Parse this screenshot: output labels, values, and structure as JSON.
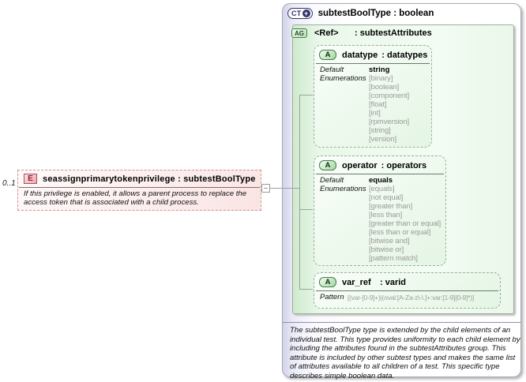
{
  "element": {
    "cardinality": "0..1",
    "badge": "E",
    "title": "seassignprimarytokenprivilege : subtestBoolType",
    "description": "If this privilege is enabled, it allows a parent process to replace the access token that is associated with a child process."
  },
  "complex_type": {
    "badge": "CT",
    "badge_plus": "+",
    "title": "subtestBoolType : boolean",
    "annotation": "The subtestBoolType type is extended by the child elements of an individual test.  This type provides uniformity to each child element by including the attributes found in the subtestAttributes group.  This attribute is included by other subtest types and makes the same list of attributes available to all children of a test.  This specific type describes simple boolean data."
  },
  "attribute_group": {
    "badge": "AG",
    "name": "<Ref>",
    "type": ": subtestAttributes"
  },
  "attributes": {
    "datatype": {
      "badge": "A",
      "name": "datatype",
      "type": ": datatypes",
      "default_label": "Default",
      "default_value": "string",
      "enum_label": "Enumerations",
      "enums": [
        "[binary]",
        "[boolean]",
        "[component]",
        "[float]",
        "[int]",
        "[rpmversion]",
        "[string]",
        "[version]"
      ]
    },
    "operator": {
      "badge": "A",
      "name": "operator",
      "type": ": operators",
      "default_label": "Default",
      "default_value": "equals",
      "enum_label": "Enumerations",
      "enums": [
        "[equals]",
        "[not equal]",
        "[greater than]",
        "[less than]",
        "[greater than or equal]",
        "[less than or equal]",
        "[bitwise and]",
        "[bitwise or]",
        "[pattern match]"
      ]
    },
    "var_ref": {
      "badge": "A",
      "name": "var_ref",
      "type": ": varid",
      "pattern_label": "Pattern",
      "pattern_value": "[(var-[0-9]+)|(oval:[A-Za-z\\-\\.]+:var:[1-9][0-9]*)]"
    }
  },
  "colors": {
    "element_accent": "#a05565",
    "type_accent": "#333366",
    "group_accent": "#4a7a4a",
    "muted_text": "#999999"
  }
}
